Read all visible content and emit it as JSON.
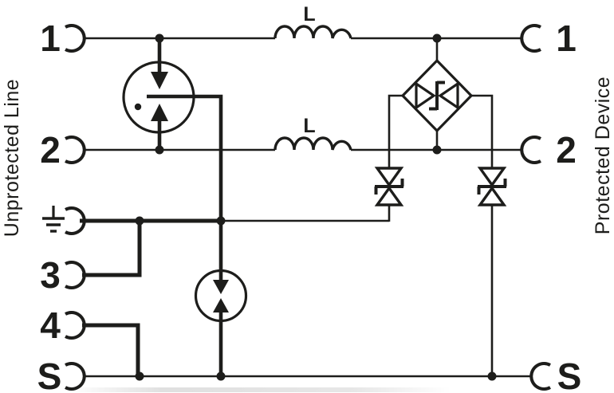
{
  "side_labels": {
    "left": "Unprotected Line",
    "right": "Protected Device"
  },
  "inductors": {
    "top_label": "L",
    "mid_label": "L"
  },
  "terminals": {
    "left_line1": "1",
    "left_line2": "2",
    "left_3": "3",
    "left_4": "4",
    "left_shield": "S",
    "right_line1": "1",
    "right_line2": "2",
    "right_shield": "S"
  },
  "colors": {
    "ink": "#1d1d1b",
    "background": "#ffffff"
  }
}
